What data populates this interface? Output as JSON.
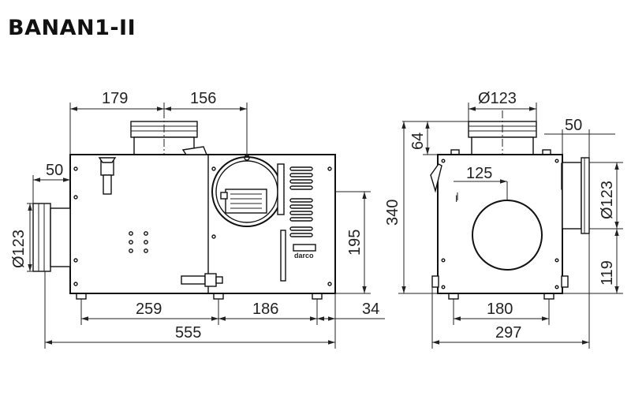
{
  "title": "BANAN1-II",
  "front_view": {
    "dims": {
      "top_left": "179",
      "top_right": "156",
      "left_offset": "50",
      "left_diameter": "Ø123",
      "right_height": "195",
      "bottom_left": "259",
      "bottom_mid": "186",
      "bottom_right": "34",
      "total_width": "555"
    },
    "brand": "darco"
  },
  "side_view": {
    "dims": {
      "top_diameter": "Ø123",
      "top_height": "64",
      "right_offset": "50",
      "total_height": "340",
      "inner_offset": "125",
      "marker": "I",
      "right_diameter": "Ø123",
      "right_height": "119",
      "bottom_inner": "180",
      "total_width": "297"
    }
  }
}
